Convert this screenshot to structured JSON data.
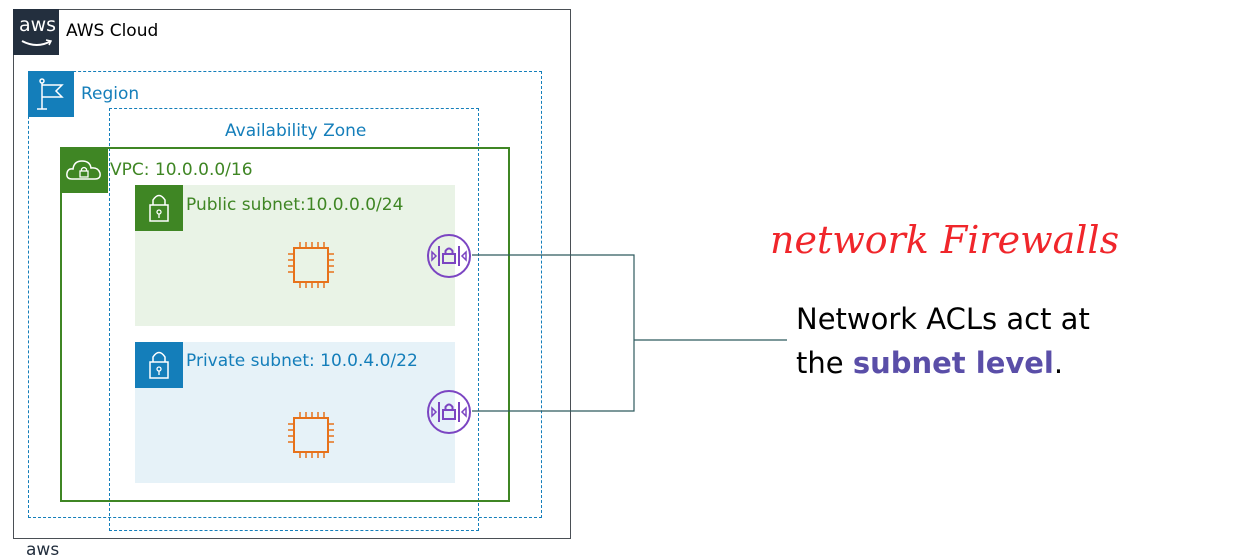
{
  "diagram": {
    "aws_cloud": {
      "label": "AWS Cloud",
      "logo_text": "aws"
    },
    "region": {
      "label": "Region",
      "icon": "flag-icon"
    },
    "availability_zone": {
      "label": "Availability Zone"
    },
    "vpc": {
      "label": "VPC: 10.0.0.0/16",
      "icon": "cloud-lock-icon"
    },
    "public_subnet": {
      "label": "Public subnet:10.0.0.0/24",
      "icon": "lock-icon",
      "instance_icon": "ec2-chip-icon",
      "acl_icon": "network-acl-icon"
    },
    "private_subnet": {
      "label": "Private subnet: 10.0.4.0/22",
      "icon": "lock-icon",
      "instance_icon": "ec2-chip-icon",
      "acl_icon": "network-acl-icon"
    },
    "footer_logo_text": "aws"
  },
  "annotation": {
    "handwritten": "network Firewalls",
    "line1": "Network ACLs act at",
    "line2_prefix": "the ",
    "line2_highlight": "subnet level",
    "line2_suffix": "."
  },
  "colors": {
    "aws_dark": "#232f3e",
    "region_blue": "#147eba",
    "vpc_green": "#3f8624",
    "ec2_orange": "#e7721b",
    "acl_purple": "#7b45c2",
    "highlight": "#5a4ea8",
    "handwriting_red": "#f0262b"
  }
}
